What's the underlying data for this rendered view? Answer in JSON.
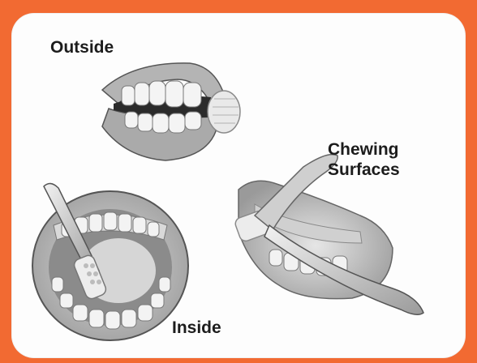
{
  "labels": {
    "outside": "Outside",
    "chewing_line1": "Chewing",
    "chewing_line2": "Surfaces",
    "inside": "Inside"
  },
  "colors": {
    "frame": "#f26a32",
    "card": "#fdfdfd",
    "text": "#1c1c1c"
  },
  "illustrations": [
    {
      "name": "outside-mouth",
      "icon": "side-mouth-with-brush-tip"
    },
    {
      "name": "chewing-mouth",
      "icon": "lower-jaw-with-toothbrush"
    },
    {
      "name": "inside-mouth",
      "icon": "open-mouth-with-toothbrush"
    }
  ]
}
